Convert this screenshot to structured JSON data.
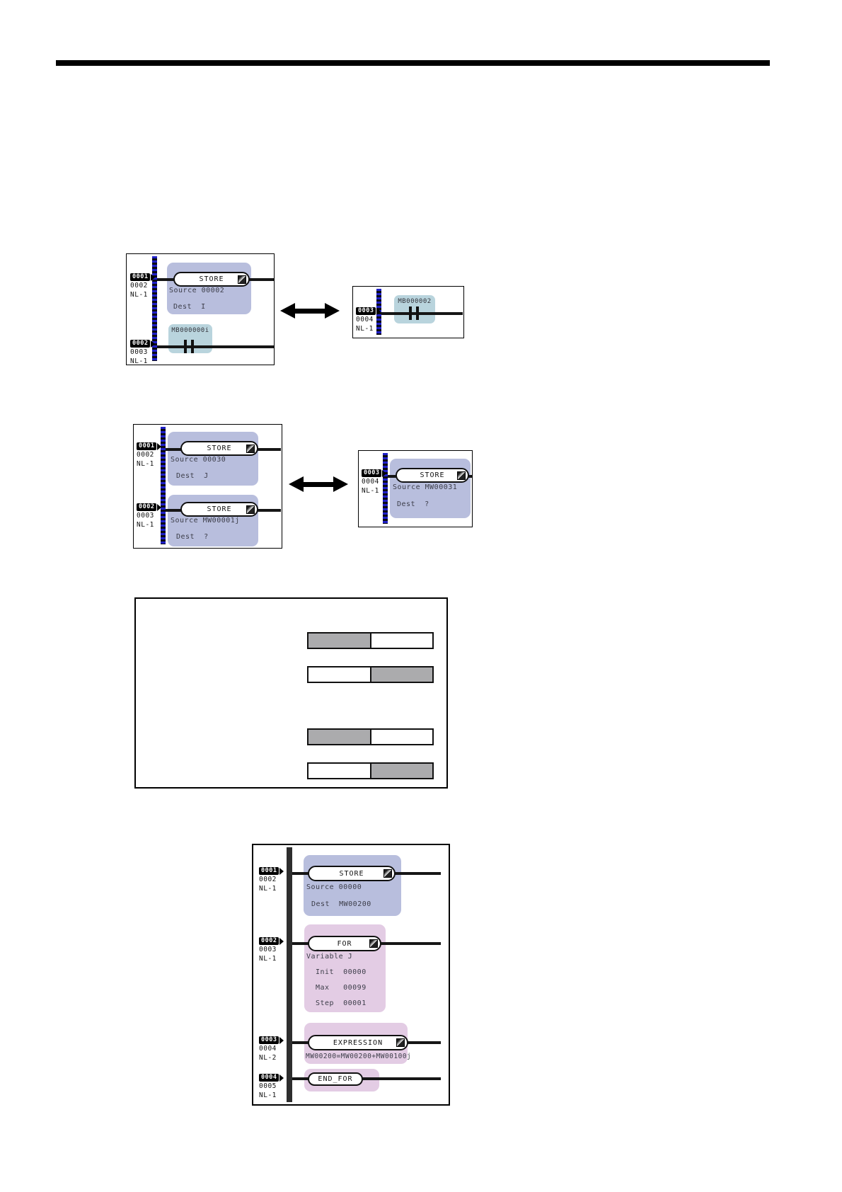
{
  "colors": {
    "store_block": "#b8bedd",
    "loop_block": "#e3cce4",
    "contact_block": "#b9d4dd",
    "rail_stripe_blue": "#2020c8",
    "bar_gray": "#ababad",
    "line_black": "#161616"
  },
  "pair1": {
    "left": {
      "rung1": {
        "step": "0001",
        "addr": "0002",
        "nl": "NL-1",
        "instruction": "STORE",
        "field1": "Source 00002",
        "field2": "Dest  I"
      },
      "rung2": {
        "step": "0002",
        "addr": "0003",
        "nl": "NL-1",
        "contact": "MB000000i"
      }
    },
    "right": {
      "rung1": {
        "step": "0003",
        "addr": "0004",
        "nl": "NL-1",
        "contact": "MB000002"
      }
    }
  },
  "pair2": {
    "left": {
      "rung1": {
        "step": "0001",
        "addr": "0002",
        "nl": "NL-1",
        "instruction": "STORE",
        "field1": "Source 00030",
        "field2": "Dest  J"
      },
      "rung2": {
        "step": "0002",
        "addr": "0003",
        "nl": "NL-1",
        "instruction": "STORE",
        "field1": "Source MW00001j",
        "field2": "Dest  ?"
      }
    },
    "right": {
      "rung1": {
        "step": "0003",
        "addr": "0004",
        "nl": "NL-1",
        "instruction": "STORE",
        "field1": "Source MW00031",
        "field2": "Dest  ?"
      }
    }
  },
  "compare_box": {
    "bars": [
      {
        "left_gray": true,
        "right_gray": false
      },
      {
        "left_gray": false,
        "right_gray": true
      },
      {
        "left_gray": true,
        "right_gray": false
      },
      {
        "left_gray": false,
        "right_gray": true
      }
    ]
  },
  "program": {
    "rung1": {
      "step": "0001",
      "addr": "0002",
      "nl": "NL-1",
      "instruction": "STORE",
      "field1": "Source 00000",
      "field2": "Dest  MW00200"
    },
    "rung2": {
      "step": "0002",
      "addr": "0003",
      "nl": "NL-1",
      "instruction": "FOR",
      "variable": "Variable J",
      "init": "Init  00000",
      "max": "Max   00099",
      "stepv": "Step  00001"
    },
    "rung3": {
      "step": "0003",
      "addr": "0004",
      "nl": "NL-2",
      "instruction": "EXPRESSION",
      "expression": "MW00200=MW00200+MW00100j"
    },
    "rung4": {
      "step": "0004",
      "addr": "0005",
      "nl": "NL-1",
      "instruction": "END_FOR"
    }
  }
}
